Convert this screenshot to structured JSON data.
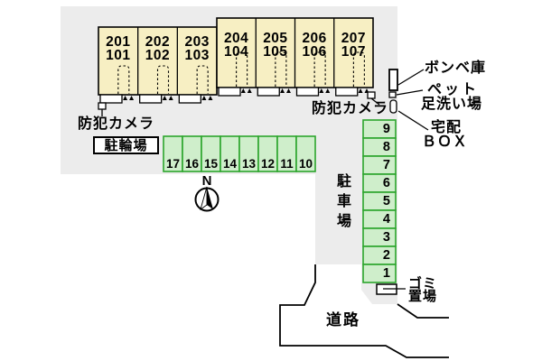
{
  "plan_title": "apartment-site-plan",
  "compass": {
    "north_label": "N"
  },
  "building": {
    "blocks": [
      {
        "units": [
          {
            "upper": "201",
            "lower": "101"
          },
          {
            "upper": "202",
            "lower": "102"
          },
          {
            "upper": "203",
            "lower": "103"
          }
        ]
      },
      {
        "units": [
          {
            "upper": "204",
            "lower": "104"
          },
          {
            "upper": "205",
            "lower": "105"
          },
          {
            "upper": "206",
            "lower": "106"
          },
          {
            "upper": "207",
            "lower": "107"
          }
        ]
      }
    ]
  },
  "labels": {
    "security_camera_left": "防犯カメラ",
    "security_camera_right": "防犯カメラ",
    "bicycle_parking": "駐輪場",
    "gas_cylinder_storage": "ボンベ庫",
    "pet_wash_line1": "ペット",
    "pet_wash_line2": "足洗い場",
    "delivery_box_line1": "宅配",
    "delivery_box_line2": "ＢＯＸ",
    "car_parking": "駐車場",
    "garbage_line1": "ゴミ",
    "garbage_line2": "置場",
    "road": "道路"
  },
  "bicycle_spaces": [
    "17",
    "16",
    "15",
    "14",
    "13",
    "12",
    "11",
    "10"
  ],
  "parking_spaces": [
    "9",
    "8",
    "7",
    "6",
    "5",
    "4",
    "3",
    "2",
    "1"
  ],
  "colors": {
    "site_fill": "#ececec",
    "building_fill": "#f7efc3",
    "space_fill": "#cfeecb",
    "space_border": "#2ca52c",
    "line": "#000000"
  }
}
